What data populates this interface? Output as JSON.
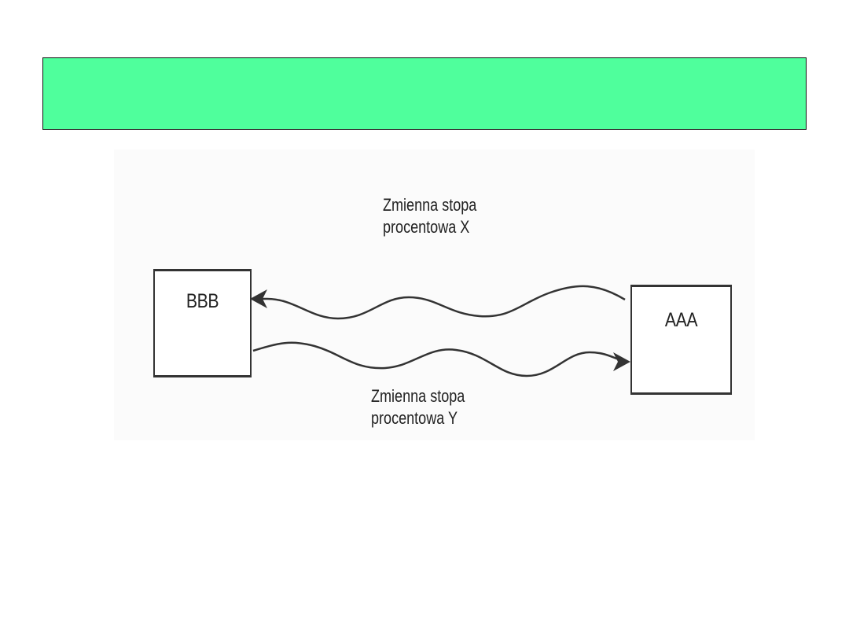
{
  "slide": {
    "title": "",
    "title_bar_color": "#4fff9c"
  },
  "diagram": {
    "nodes": [
      {
        "id": "bbb",
        "label": "BBB"
      },
      {
        "id": "aaa",
        "label": "AAA"
      }
    ],
    "flows": [
      {
        "from": "AAA",
        "to": "BBB",
        "line1": "Zmienna stopa",
        "line2": "procentowa X"
      },
      {
        "from": "BBB",
        "to": "AAA",
        "line1": "Zmienna stopa",
        "line2": "procentowa Y"
      }
    ]
  }
}
